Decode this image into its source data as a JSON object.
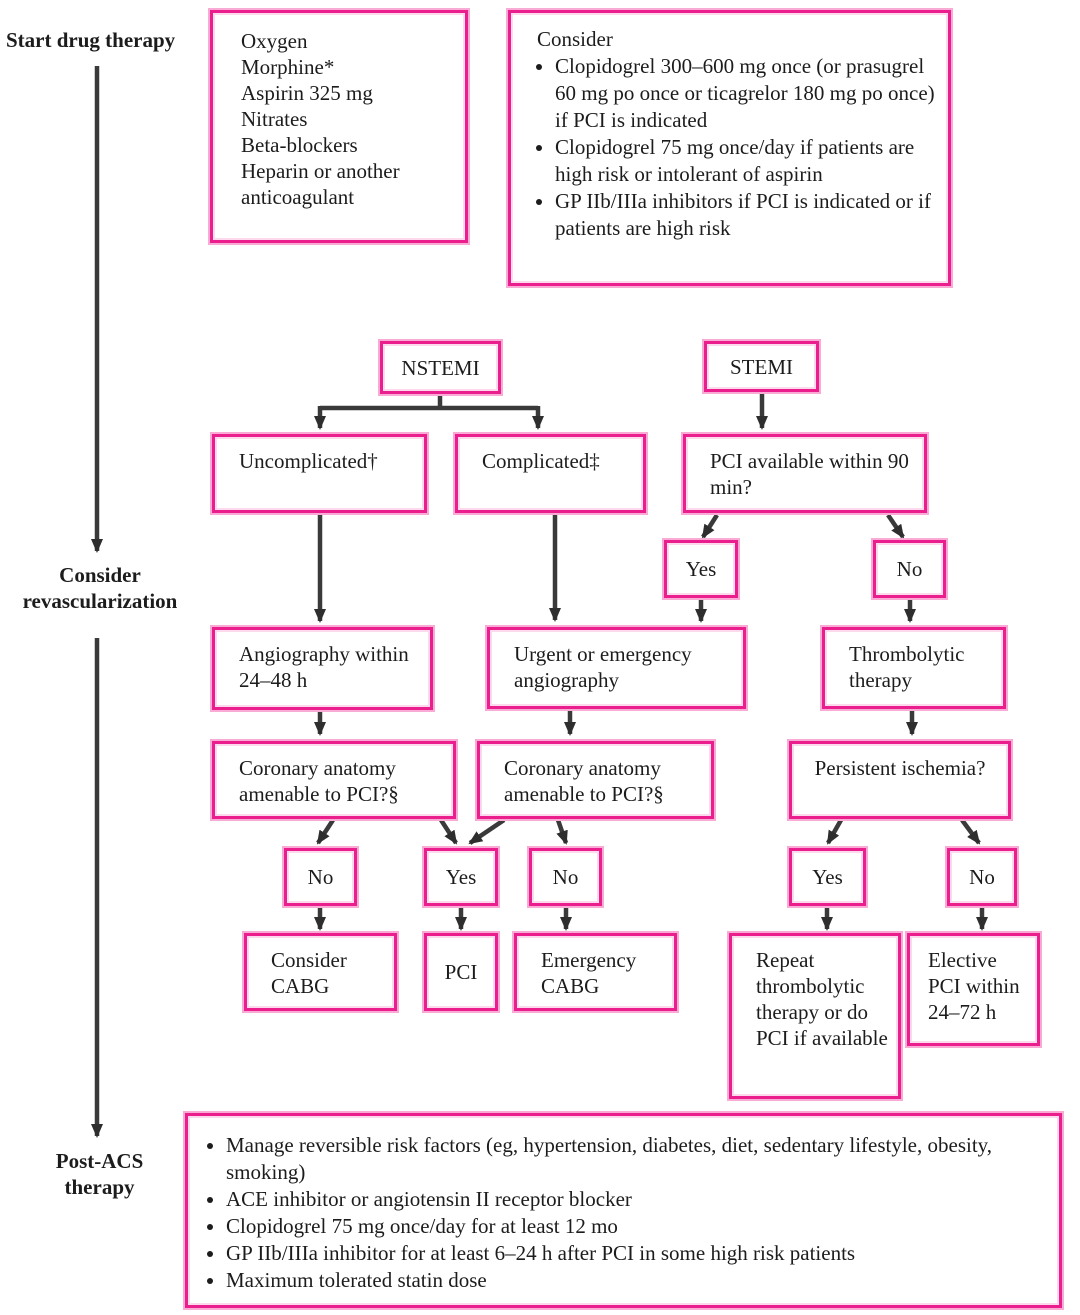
{
  "colors": {
    "box_border": "#eb1e8d",
    "box_inner_rim": "#fcd9ec",
    "line": "#3a3a3a",
    "text": "#1c1c1c"
  },
  "side_labels": {
    "start": "Start drug therapy",
    "revascularization": "Consider revascularization",
    "post_acs": "Post-ACS therapy"
  },
  "initial_drugs": {
    "lines": [
      "Oxygen",
      "Morphine*",
      "Aspirin 325 mg",
      "Nitrates",
      "Beta-blockers",
      "Heparin or another anticoagulant"
    ]
  },
  "antiplatelet": {
    "title": "Consider",
    "bullets": [
      "Clopidogrel 300–600 mg once (or prasugrel 60 mg po once or ticagrelor 180 mg po once) if PCI is indicated",
      "Clopidogrel 75 mg once/day if patients are high risk or intolerant of aspirin",
      "GP IIb/IIIa inhibitors if PCI is indicated or if patients are high risk"
    ]
  },
  "nodes": {
    "nstemi": "NSTEMI",
    "stemi": "STEMI",
    "uncomplicated": "Uncomplicated†",
    "complicated": "Complicated‡",
    "pci_available": "PCI available within 90 min?",
    "yes_pci": "Yes",
    "no_pci": "No",
    "angiography": "Angiography within 24–48 h",
    "urgent_angiography": "Urgent or emergency angiography",
    "thrombolytic": "Thrombolytic therapy",
    "anatomy1": "Coronary anatomy amenable to PCI?§",
    "anatomy2": "Coronary anatomy amenable to PCI?§",
    "persistent_ischemia": "Persistent ischemia?",
    "no1": "No",
    "yes1": "Yes",
    "no2": "No",
    "yes2": "Yes",
    "no3": "No",
    "consider_cabg": "Consider CABG",
    "pci": "PCI",
    "emergency_cabg": "Emergency CABG",
    "repeat_thrombolytic": "Repeat thrombolytic therapy or do PCI if available",
    "elective_pci": "Elective PCI within 24–72 h"
  },
  "post_acs": {
    "bullets": [
      "Manage reversible risk factors (eg, hypertension, diabetes, diet, sedentary lifestyle, obesity, smoking)",
      "ACE inhibitor or angiotensin II receptor blocker",
      "Clopidogrel 75 mg once/day for at least 12 mo",
      "GP IIb/IIIa inhibitor for at least 6–24 h after PCI in some high risk patients",
      "Maximum tolerated statin dose"
    ]
  }
}
